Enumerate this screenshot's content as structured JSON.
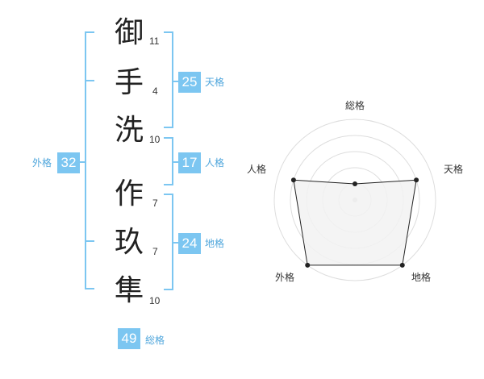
{
  "name_characters": [
    {
      "char": "御",
      "strokes": "11"
    },
    {
      "char": "手",
      "strokes": "4"
    },
    {
      "char": "洗",
      "strokes": "10"
    },
    {
      "char": "作",
      "strokes": "7"
    },
    {
      "char": "玖",
      "strokes": "7"
    },
    {
      "char": "隼",
      "strokes": "10"
    }
  ],
  "fortunes": {
    "tenkaku": {
      "value": "25",
      "label": "天格"
    },
    "jinkaku": {
      "value": "17",
      "label": "人格"
    },
    "chikaku": {
      "value": "24",
      "label": "地格"
    },
    "gaikaku": {
      "value": "32",
      "label": "外格"
    },
    "soukaku": {
      "value": "49",
      "label": "総格"
    }
  },
  "colors": {
    "accent": "#7cc6f1",
    "label_text": "#4fa6dc",
    "radar_fill": "#f2f2f2",
    "radar_line": "#222222",
    "grid": "#dddddd"
  },
  "chart_data": {
    "type": "radar",
    "axes": [
      "総格",
      "天格",
      "地格",
      "外格",
      "人格"
    ],
    "values": [
      1,
      4,
      5,
      5,
      4
    ],
    "max": 5,
    "rings": 5
  }
}
